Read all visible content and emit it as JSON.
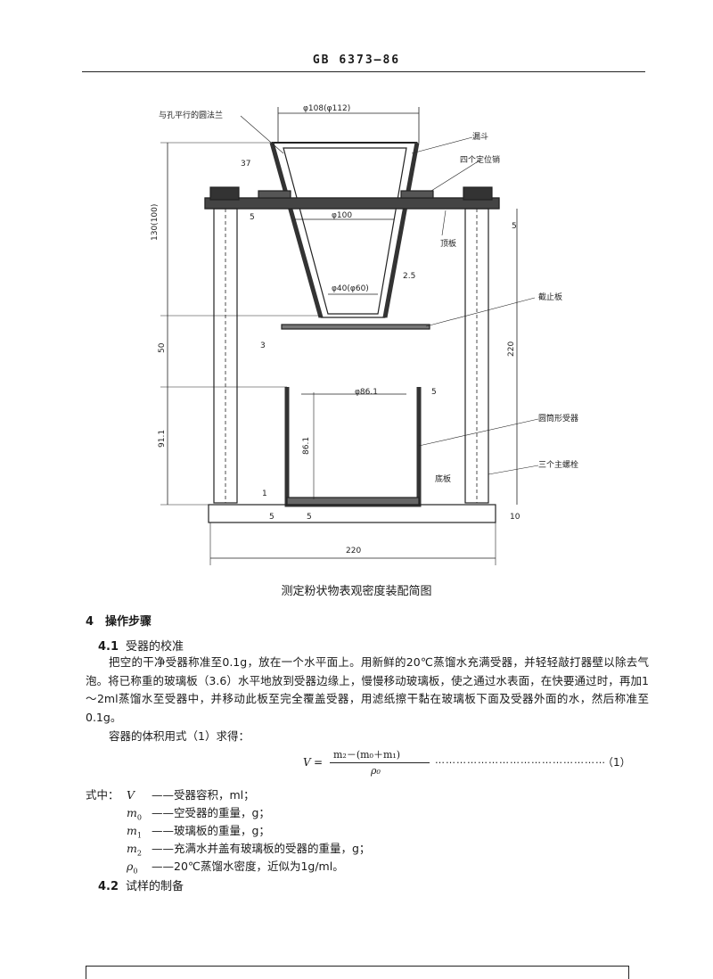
{
  "header": {
    "title": "GB 6373—86"
  },
  "figure": {
    "caption": "测定粉状物表观密度装配简图",
    "labels": {
      "flange": "与孔平行的圆法兰",
      "funnel": "漏斗",
      "pins": "四个定位销",
      "top_plate": "顶板",
      "stop_plate": "截止板",
      "receiver": "圆筒形受器",
      "bolts": "三个主螺栓",
      "base_plate": "底板",
      "dia_top": "φ108(φ112)",
      "dia_mid": "φ100",
      "dia_out": "φ40(φ60)",
      "dia_cup": "φ86.1",
      "wall": "2.5",
      "dim_130": "130(100)",
      "dim_37": "37",
      "dim_5a": "5",
      "dim_5b": "5",
      "dim_50": "50",
      "dim_3": "3",
      "dim_220v": "220",
      "dim_91": "91.1",
      "dim_86": "86.1",
      "dim_1": "1",
      "dim_5c": "5",
      "dim_5d": "5",
      "dim_10": "10",
      "dim_220h": "220",
      "dim_5e": "5"
    }
  },
  "section4": {
    "heading": "4　操作步骤",
    "s41": {
      "num": "4.1",
      "title": "受器的校准",
      "para1": "把空的干净受器称准至0.1g，放在一个水平面上。用新鲜的20℃蒸馏水充满受器，并轻轻敲打器壁以除去气泡。将已称重的玻璃板（3.6）水平地放到受器边缘上，慢慢移动玻璃板，使之通过水表面，在快要通过时，再加1～2ml蒸馏水至受器中，并移动此板至完全覆盖受器，用滤纸擦干黏在玻璃板下面及受器外面的水，然后称准至0.1g。",
      "para2": "容器的体积用式（1）求得："
    },
    "formula": {
      "lhs": "V",
      "eq": "=",
      "numerator": "m₂－(m₀＋m₁)",
      "denominator": "ρ₀",
      "dots": "…………………………………………",
      "number": "（1）"
    },
    "where": {
      "lead": "式中：",
      "items": [
        {
          "sym": "V",
          "sub": "",
          "desc": "——受器容积，ml；"
        },
        {
          "sym": "m",
          "sub": "0",
          "desc": "——空受器的重量，g；"
        },
        {
          "sym": "m",
          "sub": "1",
          "desc": "——玻璃板的重量，g；"
        },
        {
          "sym": "m",
          "sub": "2",
          "desc": "——充满水并盖有玻璃板的受器的重量，g；"
        },
        {
          "sym": "ρ",
          "sub": "0",
          "desc": "——20℃蒸馏水密度，近似为1g/ml。"
        }
      ]
    },
    "s42": {
      "num": "4.2",
      "title": "试样的制备"
    }
  }
}
